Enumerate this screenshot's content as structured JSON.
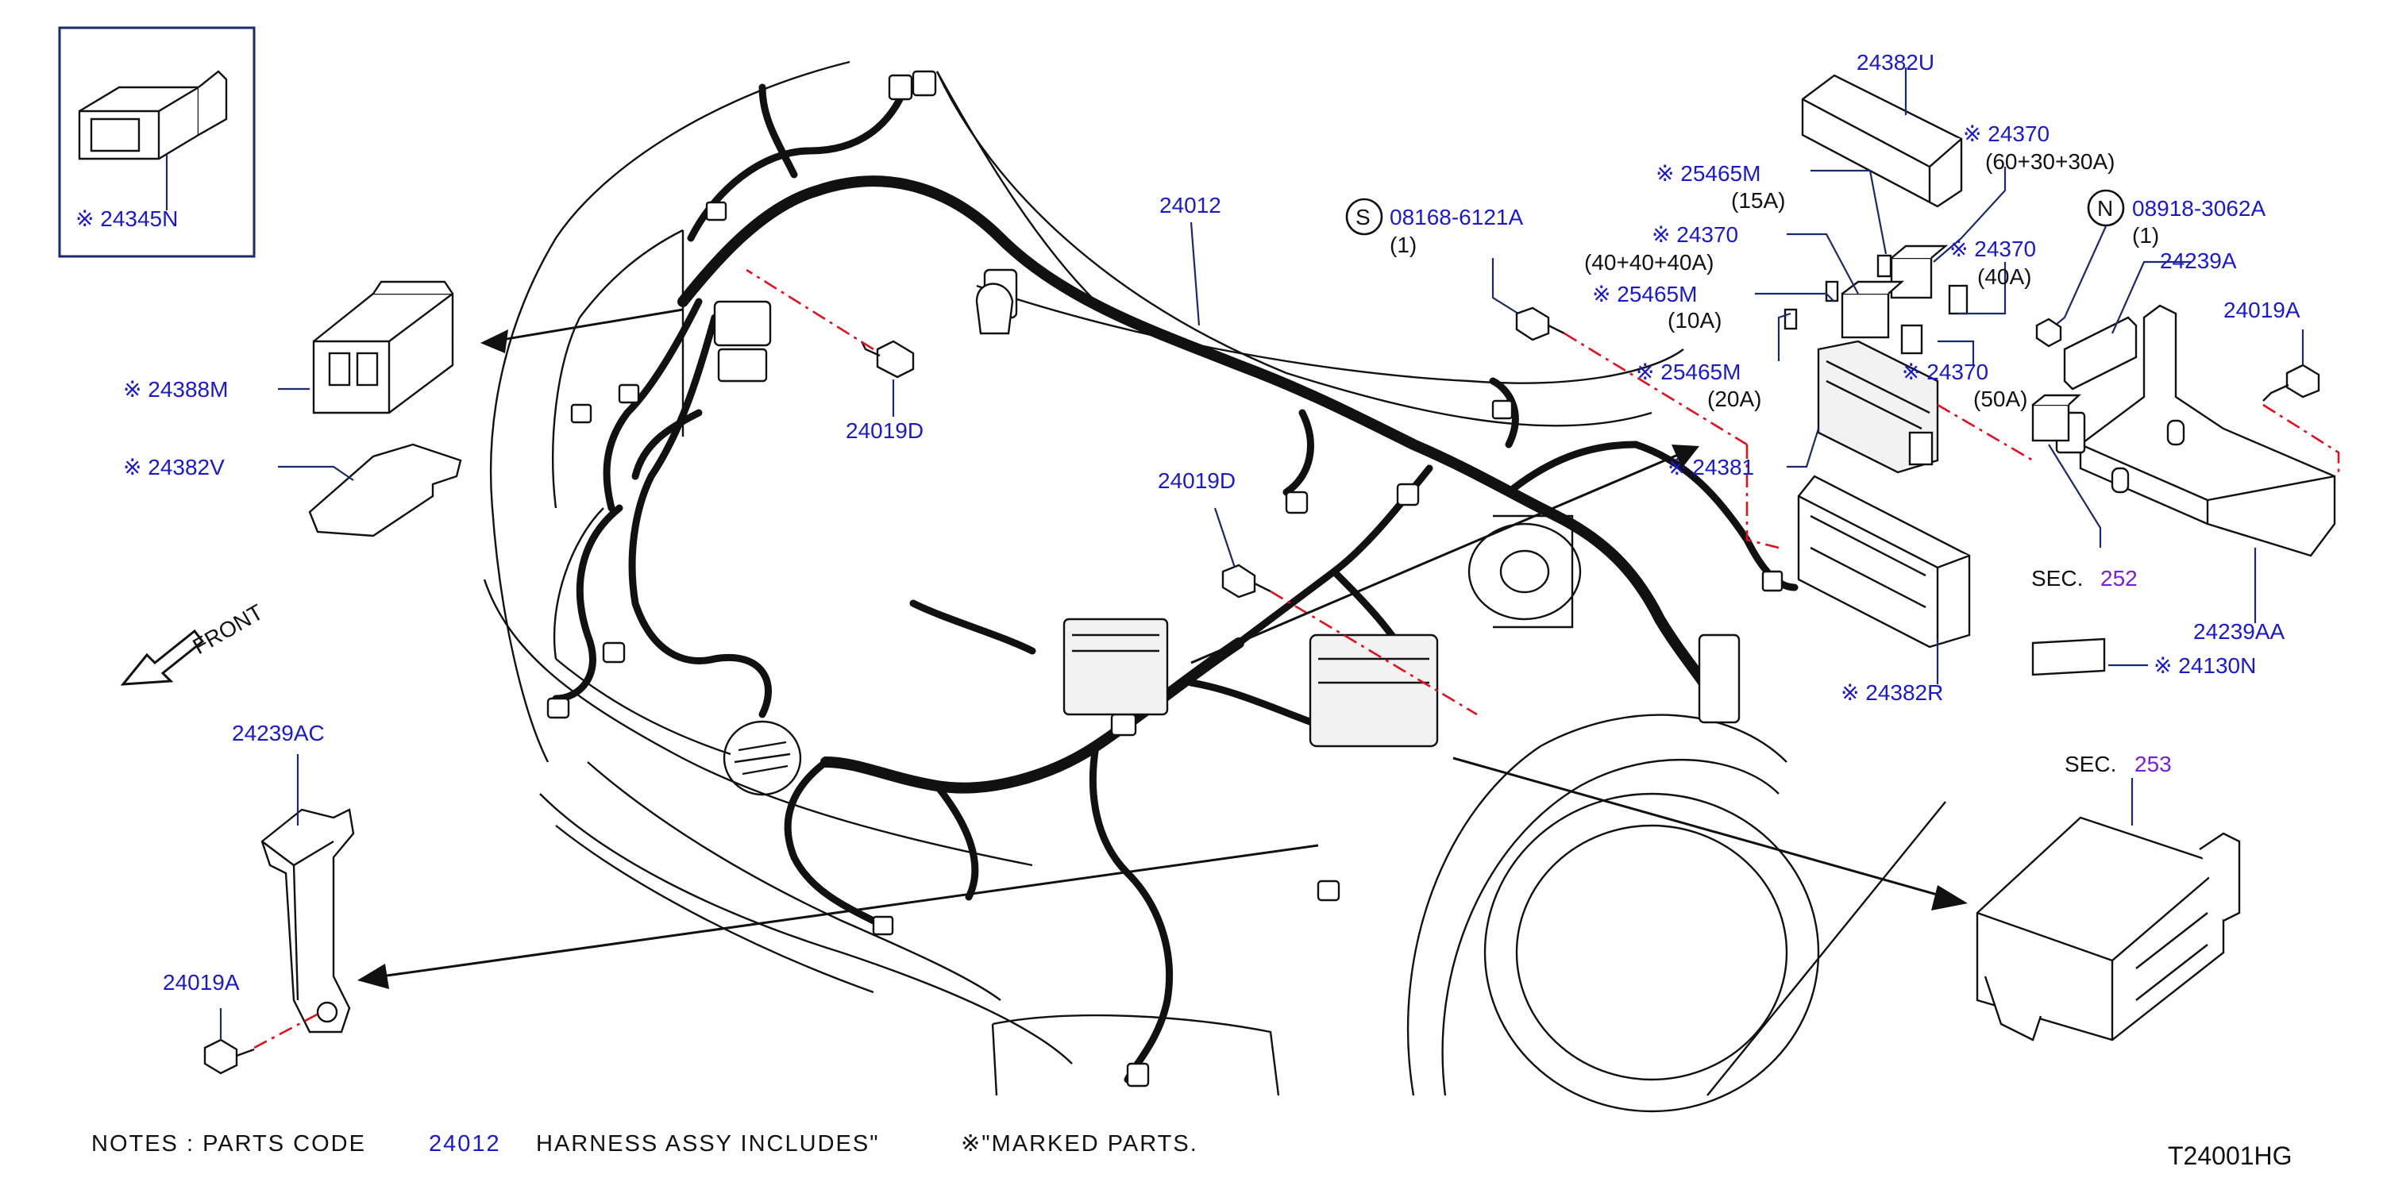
{
  "diagram_code": "T24001HG",
  "notes": {
    "prefix": "NOTES  :  PARTS  CODE",
    "code": "24012",
    "middle": "HARNESS  ASSY  INCLUDES\"",
    "suffix": "※\"MARKED  PARTS."
  },
  "front_label": "FRONT",
  "parts": {
    "p24345N": "※ 24345N",
    "p24388M": "※ 24388M",
    "p24382V": "※ 24382V",
    "p24012": "24012",
    "p24019D_top": "24019D",
    "p24019D_mid": "24019D",
    "p08168": "08168-6121A",
    "p08168_qty": "(1)",
    "s_marker": "S",
    "p24382U": "24382U",
    "p24370_a": "※ 24370",
    "p24370_a_spec": "(60+30+30A)",
    "p25465M_a": "※ 25465M",
    "p25465M_a_spec": "(15A)",
    "p24370_b": "※ 24370",
    "p24370_b_spec": "(40+40+40A)",
    "p25465M_b": "※ 25465M",
    "p25465M_b_spec": "(10A)",
    "p24370_c": "※ 24370",
    "p24370_c_spec": "(40A)",
    "p25465M_c": "※ 25465M",
    "p25465M_c_spec": "(20A)",
    "p24370_d": "※ 24370",
    "p24370_d_spec": "(50A)",
    "p24381": "※ 24381",
    "p24382R": "※ 24382R",
    "n_marker": "N",
    "p08918": "08918-3062A",
    "p08918_qty": "(1)",
    "p24239A": "24239A",
    "p24019A_right": "24019A",
    "sec252_prefix": "SEC.",
    "sec252_num": "252",
    "p24239AA": "24239AA",
    "p24130N": "※ 24130N",
    "sec253_prefix": "SEC.",
    "sec253_num": "253",
    "p24239AC": "24239AC",
    "p24019A_left": "24019A"
  },
  "colors": {
    "part_number": "#1a1acc",
    "section_number": "#7a1fd6",
    "dash_line": "#e0101e",
    "outline": "#111111"
  }
}
